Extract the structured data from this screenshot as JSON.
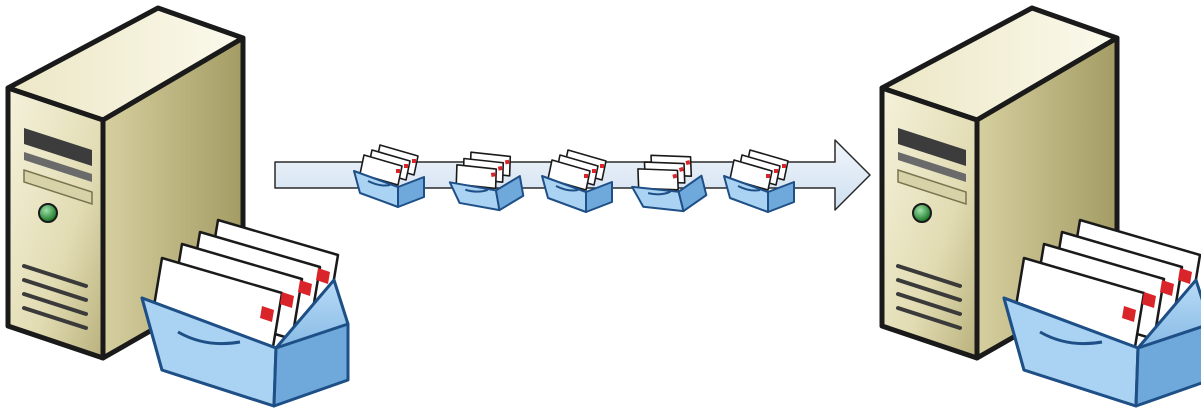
{
  "diagram": {
    "nodes": [
      {
        "id": "source-server",
        "icon": "server-tower-icon",
        "has_mailbox": true
      },
      {
        "id": "destination-server",
        "icon": "server-tower-icon",
        "has_mailbox": true
      }
    ],
    "connector": {
      "icon": "arrow-right-icon",
      "direction": "left-to-right"
    },
    "messages_in_transit": [
      {
        "icon": "mail-tray-icon",
        "tilt": "level"
      },
      {
        "icon": "mail-tray-icon",
        "tilt": "tilted"
      },
      {
        "icon": "mail-tray-icon",
        "tilt": "level"
      },
      {
        "icon": "mail-tray-icon",
        "tilt": "tilted"
      },
      {
        "icon": "mail-tray-icon",
        "tilt": "level"
      }
    ],
    "colors": {
      "server_body": "#e8e3c0",
      "server_side": "#c9c290",
      "server_outline": "#1a1a1a",
      "power_led": "#2f8c3c",
      "tray_fill": "#8fc1ea",
      "tray_outline": "#1e4f86",
      "envelope": "#ffffff",
      "stamp": "#d9252a",
      "arrow_fill": "#dfeaf5",
      "arrow_outline": "#2a2a2a"
    }
  }
}
